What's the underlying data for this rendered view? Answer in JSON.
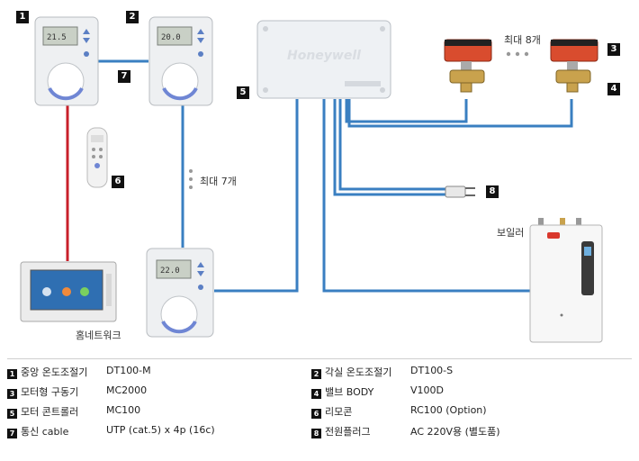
{
  "markers": {
    "m1": "1",
    "m2": "2",
    "m3": "3",
    "m4": "4",
    "m5": "5",
    "m6": "6",
    "m7": "7",
    "m8": "8"
  },
  "labels": {
    "max8": "최대 8개",
    "max7": "최대 7개",
    "boiler": "보일러",
    "homenet": "홈네트워크",
    "controller_brand": "Honeywell"
  },
  "colors": {
    "communication_cable": "#3a7fc1",
    "power_wire": "#c8202a"
  },
  "legend": [
    {
      "num": "1",
      "name": "중앙 온도조절기",
      "model": "DT100-M"
    },
    {
      "num": "2",
      "name": "각실 온도조절기",
      "model": "DT100-S"
    },
    {
      "num": "3",
      "name": "모터형 구동기",
      "model": "MC2000"
    },
    {
      "num": "4",
      "name": "밸브 BODY",
      "model": "V100D"
    },
    {
      "num": "5",
      "name": "모터 콘트롤러",
      "model": "MC100"
    },
    {
      "num": "6",
      "name": "리모콘",
      "model": "RC100 (Option)"
    },
    {
      "num": "7",
      "name": "통신 cable",
      "model": "UTP (cat.5) x 4p (16c)"
    },
    {
      "num": "8",
      "name": "전원플러그",
      "model": "AC 220V용 (별도품)"
    }
  ]
}
